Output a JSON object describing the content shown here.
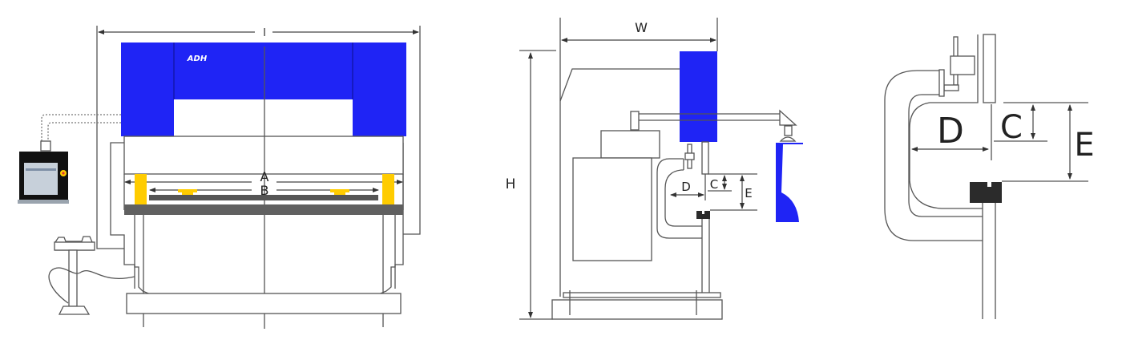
{
  "colors": {
    "ram_blue": "#1f24f5",
    "post_yellow": "#ffcc00",
    "table_gray": "#606060",
    "die_black": "#2b2b2b",
    "line_gray": "#555555"
  },
  "front_view": {
    "length_label": "l",
    "dim_a_label": "A",
    "dim_b_label": "B",
    "logo_text": "ADH"
  },
  "side_view": {
    "width_label": "W",
    "height_label": "H",
    "dim_c_label": "C",
    "dim_d_label": "D",
    "dim_e_label": "E"
  },
  "detail_view": {
    "dim_c_label": "C",
    "dim_d_label": "D",
    "dim_e_label": "E"
  }
}
